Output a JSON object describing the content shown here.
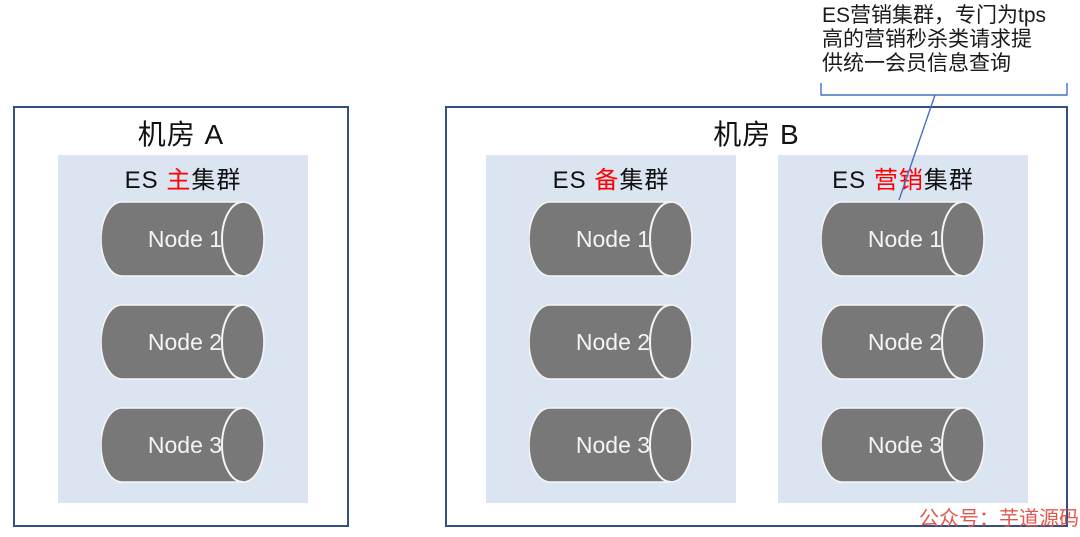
{
  "annotation": {
    "lines": [
      "ES营销集群，专门为tps",
      "高的营销秒杀类请求提",
      "供统一会员信息查询"
    ]
  },
  "rooms": [
    {
      "title": "机房 A",
      "clusters": [
        {
          "title_prefix": "ES ",
          "title_highlight": "主",
          "title_suffix": "集群",
          "nodes": [
            "Node 1",
            "Node 2",
            "Node 3"
          ]
        }
      ]
    },
    {
      "title": "机房 B",
      "clusters": [
        {
          "title_prefix": "ES ",
          "title_highlight": "备",
          "title_suffix": "集群",
          "nodes": [
            "Node 1",
            "Node 2",
            "Node 3"
          ]
        },
        {
          "title_prefix": "ES ",
          "title_highlight": "营销",
          "title_suffix": "集群",
          "nodes": [
            "Node 1",
            "Node 2",
            "Node 3"
          ]
        }
      ]
    }
  ],
  "watermark": "公众号：芋道源码",
  "colors": {
    "border_navy": "#35507f",
    "panel_blue": "#dbe5f1",
    "cylinder_gray": "#787878",
    "cylinder_edge": "#f5f5f5",
    "highlight_red": "#ff0000",
    "connector_blue": "#4472c4",
    "watermark_red": "#e2574c"
  }
}
